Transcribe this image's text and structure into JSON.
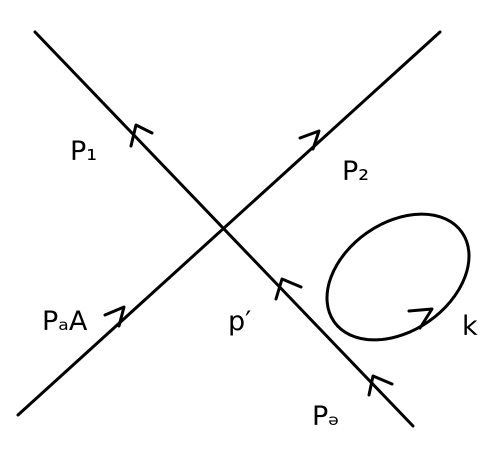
{
  "diagram": {
    "labels": {
      "p1": "P₁",
      "p2": "P₂",
      "pa": "PₐA",
      "pb": "Pₔ",
      "pprime": "p′",
      "k": "k"
    },
    "line_color": "#000000",
    "background_color": "#ffffff"
  }
}
